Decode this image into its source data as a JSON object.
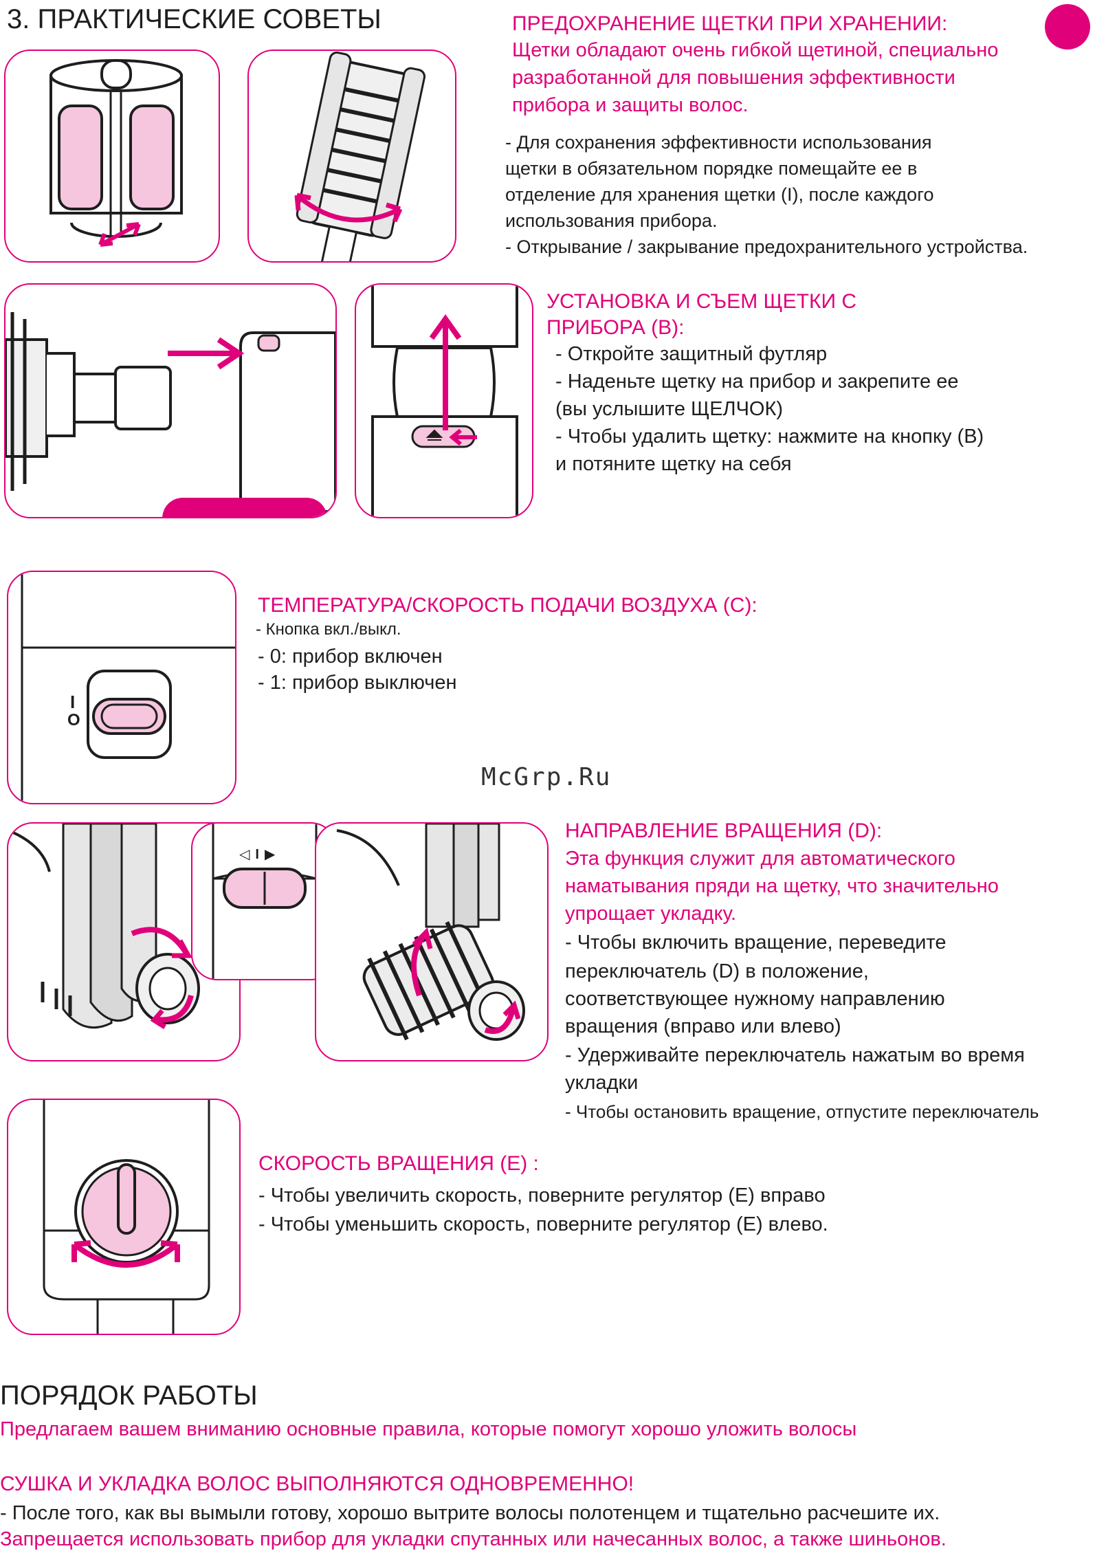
{
  "colors": {
    "accent": "#e0007a",
    "text": "#1e1e1e",
    "pale_pink": "#f5c6dd"
  },
  "section3": {
    "title": "3. ПРАКТИЧЕСКИЕ СОВЕТЫ"
  },
  "storage": {
    "heading": "ПРЕДОХРАНЕНИЕ ЩЕТКИ ПРИ ХРАНЕНИИ:",
    "intro_lines": [
      "Щетки обладают очень гибкой щетиной, специально",
      "разработанной для повышения эффективности",
      "прибора и защиты волос."
    ],
    "body_lines": [
      "- Для сохранения эффективности использования",
      "щетки в обязательном порядке помещайте ее в",
      "отделение для хранения щетки (I), после каждого",
      "использования прибора.",
      "- Открывание / закрывание предохранительного устройства."
    ]
  },
  "install": {
    "heading_lines": [
      "УСТАНОВКА И СЪЕМ ЩЕТКИ С",
      "ПРИБОРА (B):"
    ],
    "body_lines": [
      "- Откройте защитный футляр",
      "- Наденьте щетку на прибор и закрепите ее",
      "(вы услышите ЩЕЛЧОК)",
      "- Чтобы удалить щетку: нажмите на кнопку (B)",
      "и потяните щетку на себя"
    ]
  },
  "temperature": {
    "heading": "ТЕМПЕРАТУРА/СКОРОСТЬ ПОДАЧИ ВОЗДУХА (C):",
    "subline": "- Кнопка вкл./выкл.",
    "body_lines": [
      "- 0: прибор включен",
      "- 1: прибор выключен"
    ],
    "switch_marks": [
      "I",
      "O"
    ]
  },
  "watermark": "McGrp.Ru",
  "rotation": {
    "heading": "НАПРАВЛЕНИЕ ВРАЩЕНИЯ (D):",
    "intro_lines": [
      "Эта функция служит для автоматического",
      "наматывания пряди на щетку, что значительно",
      "упрощает укладку."
    ],
    "body_lines": [
      "- Чтобы включить вращение, переведите",
      "переключатель (D) в положение,",
      "соответствующее нужному направлению",
      "вращения (вправо или влево)",
      "- Удерживайте переключатель нажатым во время",
      "укладки",
      "- Чтобы остановить вращение, отпустите переключатель"
    ],
    "switch_marks": [
      "◁",
      "I",
      "▶"
    ]
  },
  "speed": {
    "heading": "СКОРОСТЬ ВРАЩЕНИЯ (E) :",
    "body_lines": [
      "- Чтобы увеличить скорость, поверните регулятор (E) вправо",
      "- Чтобы уменьшить скорость, поверните регулятор (E) влево."
    ]
  },
  "operation": {
    "title": "ПОРЯДОК РАБОТЫ",
    "intro": "Предлагаем вашем вниманию основные правила, которые помогут хорошо уложить волосы",
    "drying_heading": "СУШКА И УКЛАДКА ВОЛОС ВЫПОЛНЯЮТСЯ ОДНОВРЕМЕННО!",
    "drying_line": "- После того, как вы вымыли готову, хорошо вытрите волосы полотенцем и тщательно расчешите их.",
    "warning_line": "Запрещается использовать прибор для укладки спутанных или начесанных волос, а также шиньонов."
  }
}
